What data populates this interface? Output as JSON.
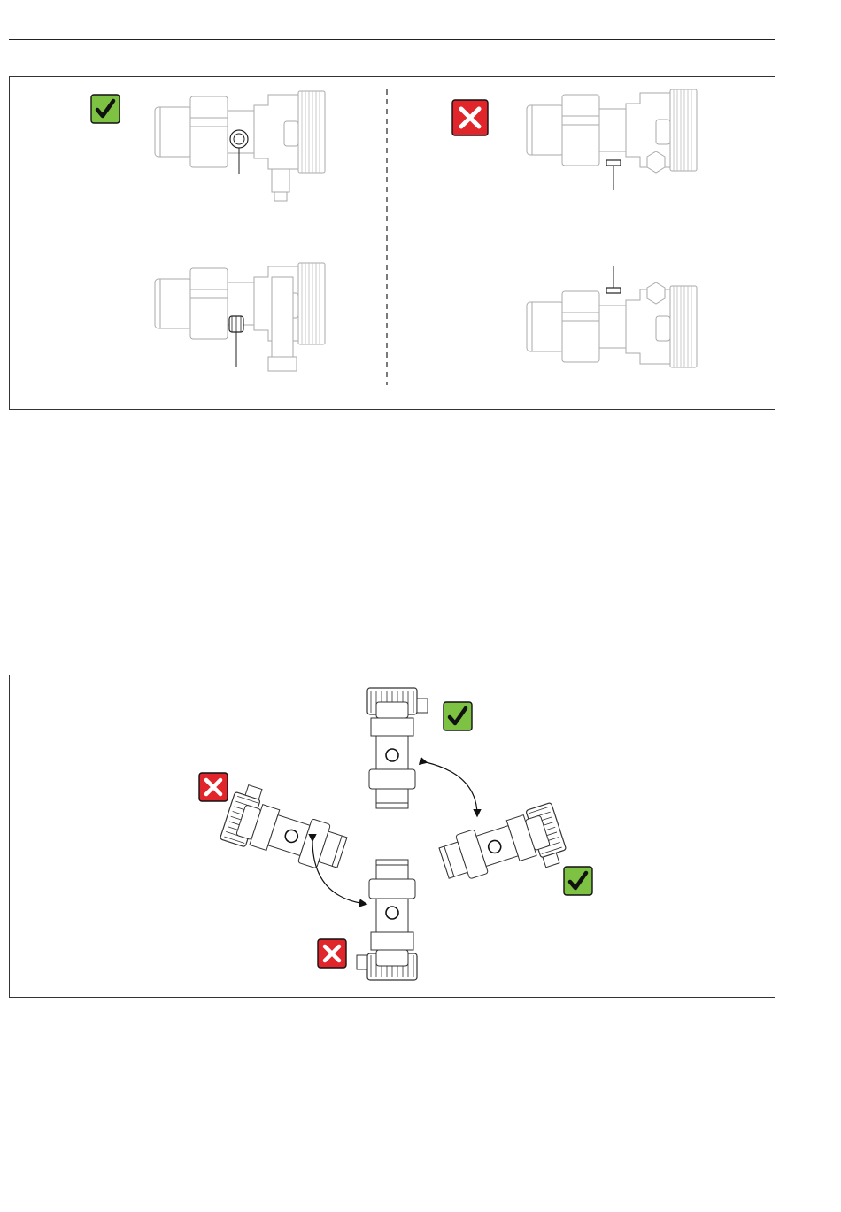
{
  "page": {
    "figures": [
      {
        "id": "figure-1",
        "panels": [
          {
            "position": "top-left",
            "status": "correct",
            "status_icon": "check-icon"
          },
          {
            "position": "bottom-left",
            "status": "correct"
          },
          {
            "position": "top-right",
            "status": "incorrect",
            "status_icon": "cross-icon"
          },
          {
            "position": "bottom-right",
            "status": "incorrect"
          }
        ]
      },
      {
        "id": "figure-2",
        "orientations": [
          {
            "position": "top",
            "status": "correct",
            "status_icon": "check-icon"
          },
          {
            "position": "right",
            "status": "correct",
            "status_icon": "check-icon"
          },
          {
            "position": "left",
            "status": "incorrect",
            "status_icon": "cross-icon"
          },
          {
            "position": "bottom",
            "status": "incorrect",
            "status_icon": "cross-icon"
          }
        ]
      }
    ],
    "colors": {
      "check": "#7dc242",
      "cross": "#e0262b",
      "line_art": "#aaaaaa",
      "ink": "#222222"
    }
  }
}
